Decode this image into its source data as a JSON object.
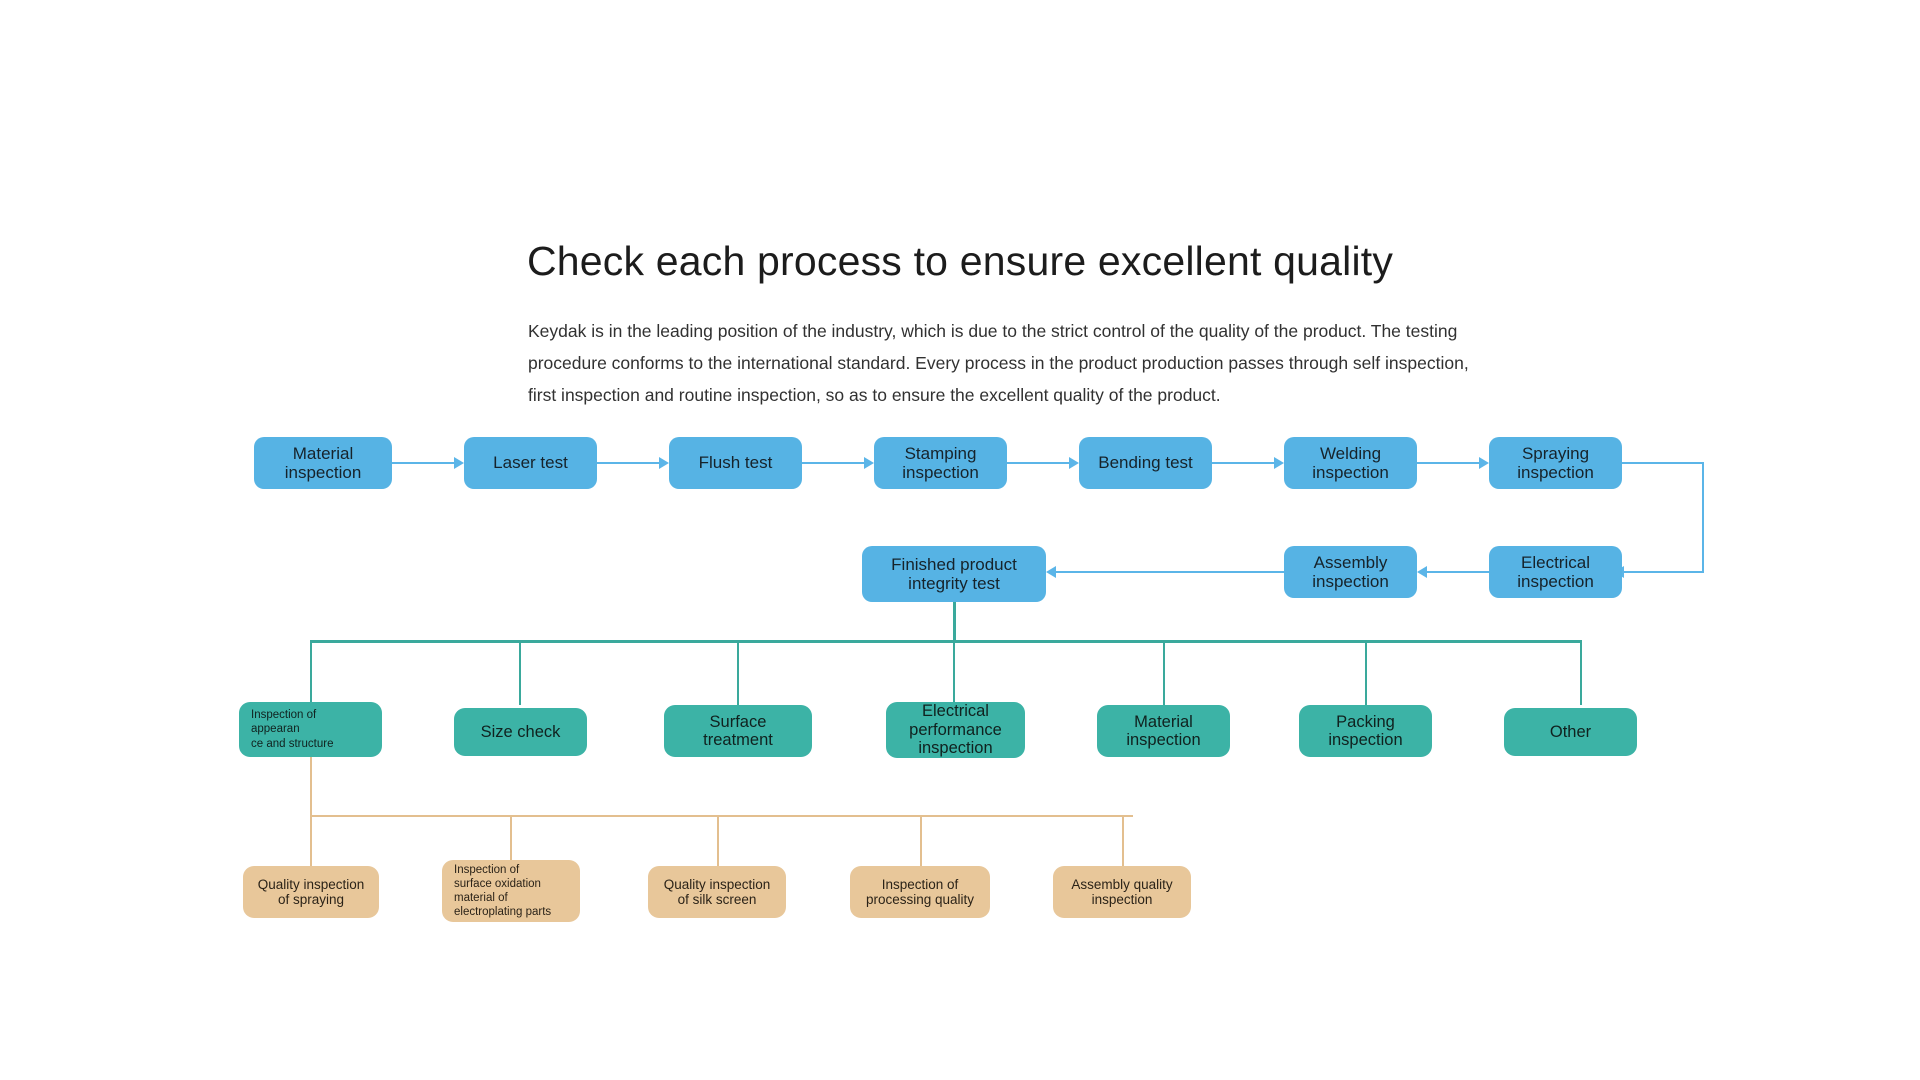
{
  "header": {
    "title": "Check each process to ensure excellent quality",
    "paragraph": "Keydak is in the leading position of the industry, which is due to the strict control of the quality of the product. The testing procedure conforms to the international standard. Every process in the product production passes through self inspection, first inspection and routine  inspection, so as to ensure the excellent quality of the product."
  },
  "colors": {
    "blue_node": "#56b3e4",
    "teal_node": "#3cb3a6",
    "tan_node": "#e8c79a",
    "blue_connector": "#5bb5e8",
    "teal_connector": "#3aa99c",
    "tan_connector": "#e3bf8f",
    "title_text": "#1c1c1c",
    "background": "#ffffff"
  },
  "flow": {
    "row1": [
      {
        "id": "material-inspection",
        "label": "Material\ninspection"
      },
      {
        "id": "laser-test",
        "label": "Laser test"
      },
      {
        "id": "flush-test",
        "label": "Flush test"
      },
      {
        "id": "stamping-inspection",
        "label": "Stamping\ninspection"
      },
      {
        "id": "bending-test",
        "label": "Bending test"
      },
      {
        "id": "welding-inspection",
        "label": "Welding\ninspection"
      },
      {
        "id": "spraying-inspection",
        "label": "Spraying\ninspection"
      }
    ],
    "row2": [
      {
        "id": "finished-product-integrity-test",
        "label": "Finished product\nintegrity test"
      },
      {
        "id": "assembly-inspection",
        "label": "Assembly\ninspection"
      },
      {
        "id": "electrical-inspection",
        "label": "Electrical\ninspection"
      }
    ],
    "row3": [
      {
        "id": "inspection-of-appearance-and-structure",
        "label": "Inspection of\nappearan\nce and structure"
      },
      {
        "id": "size-check",
        "label": "Size check"
      },
      {
        "id": "surface-treatment",
        "label": "Surface\ntreatment"
      },
      {
        "id": "electrical-performance-inspection",
        "label": "Electrical\nperformance\ninspection"
      },
      {
        "id": "material-inspection-2",
        "label": "Material\ninspection"
      },
      {
        "id": "packing-inspection",
        "label": "Packing\ninspection"
      },
      {
        "id": "other",
        "label": "Other"
      }
    ],
    "row4": [
      {
        "id": "quality-inspection-of-spraying",
        "label": "Quality inspection\nof spraying"
      },
      {
        "id": "inspection-of-surface-oxidation",
        "label": "Inspection of\nsurface oxidation\nmaterial of\nelectroplating parts"
      },
      {
        "id": "quality-inspection-of-silk-screen",
        "label": "Quality inspection\nof silk screen"
      },
      {
        "id": "inspection-of-processing-quality",
        "label": "Inspection of\nprocessing quality"
      },
      {
        "id": "assembly-quality-inspection",
        "label": "Assembly quality\ninspection"
      }
    ]
  }
}
